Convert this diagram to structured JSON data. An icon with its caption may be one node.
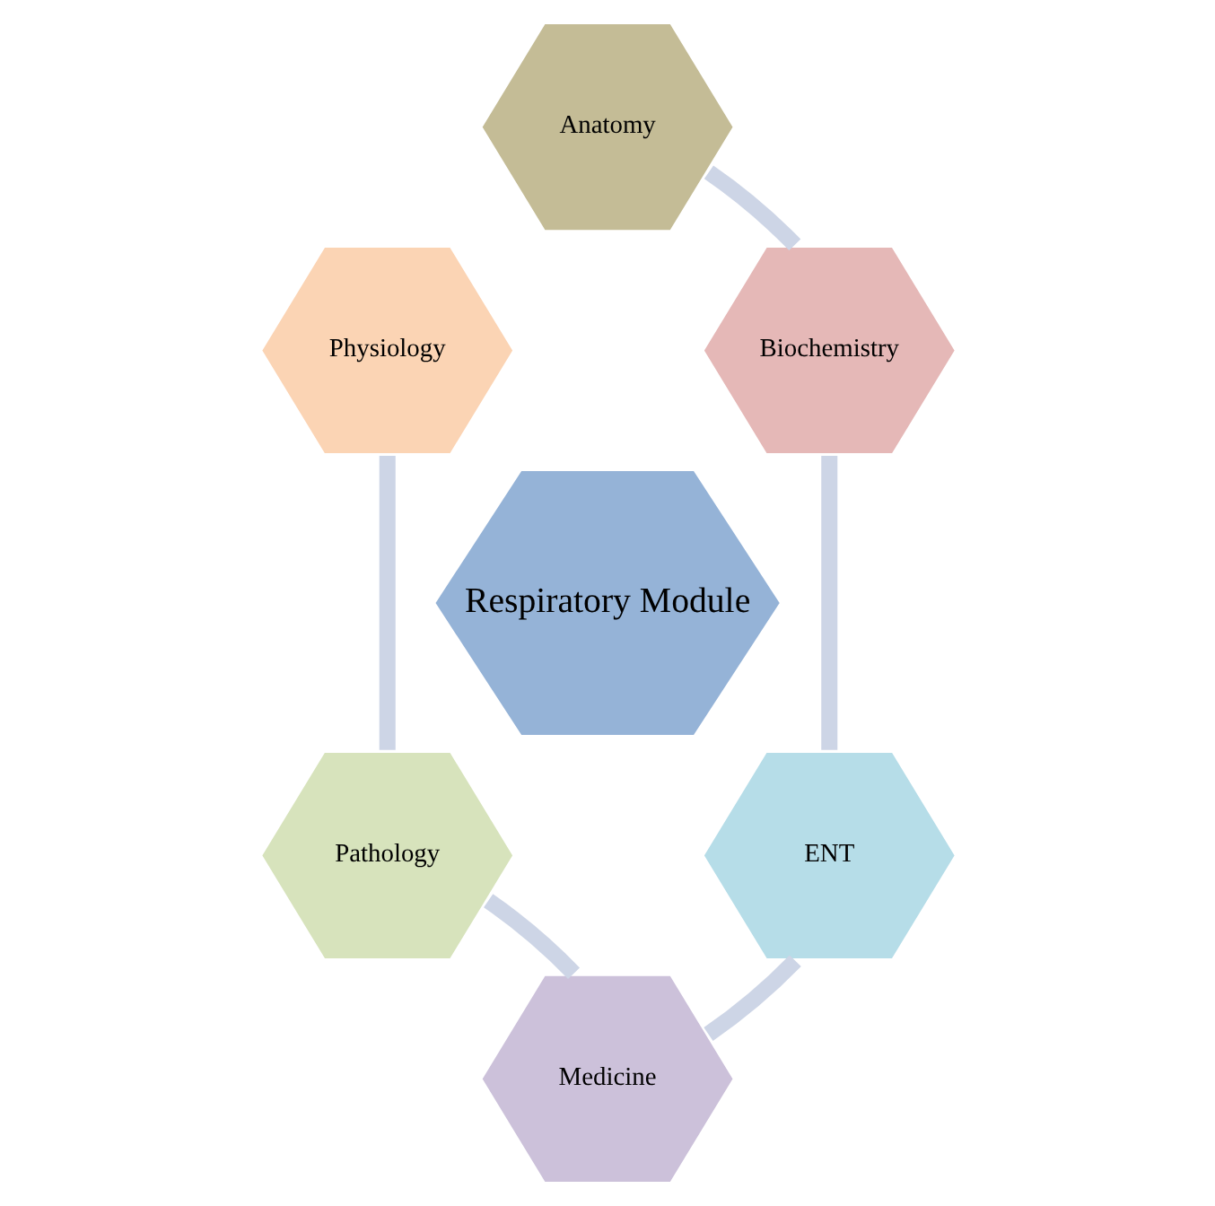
{
  "diagram": {
    "nodes": [
      {
        "text": [
          "Anatomy"
        ]
      },
      {
        "text": [
          "Physiology"
        ]
      },
      {
        "text": [
          "Biochemistry"
        ]
      },
      {
        "text": [
          "Respiratory Module"
        ]
      },
      {
        "text": [
          "Pathology"
        ]
      },
      {
        "text": [
          "ENT"
        ]
      },
      {
        "text": [
          "Medicine"
        ]
      }
    ],
    "edges": [
      {
        "from": 0,
        "to": 2,
        "arrow": "none"
      },
      {
        "from": 2,
        "to": 5,
        "arrow": "none"
      },
      {
        "from": 5,
        "to": 6,
        "arrow": "none"
      },
      {
        "from": 6,
        "to": 4,
        "arrow": "none"
      },
      {
        "from": 4,
        "to": 1,
        "arrow": "none"
      }
    ]
  }
}
